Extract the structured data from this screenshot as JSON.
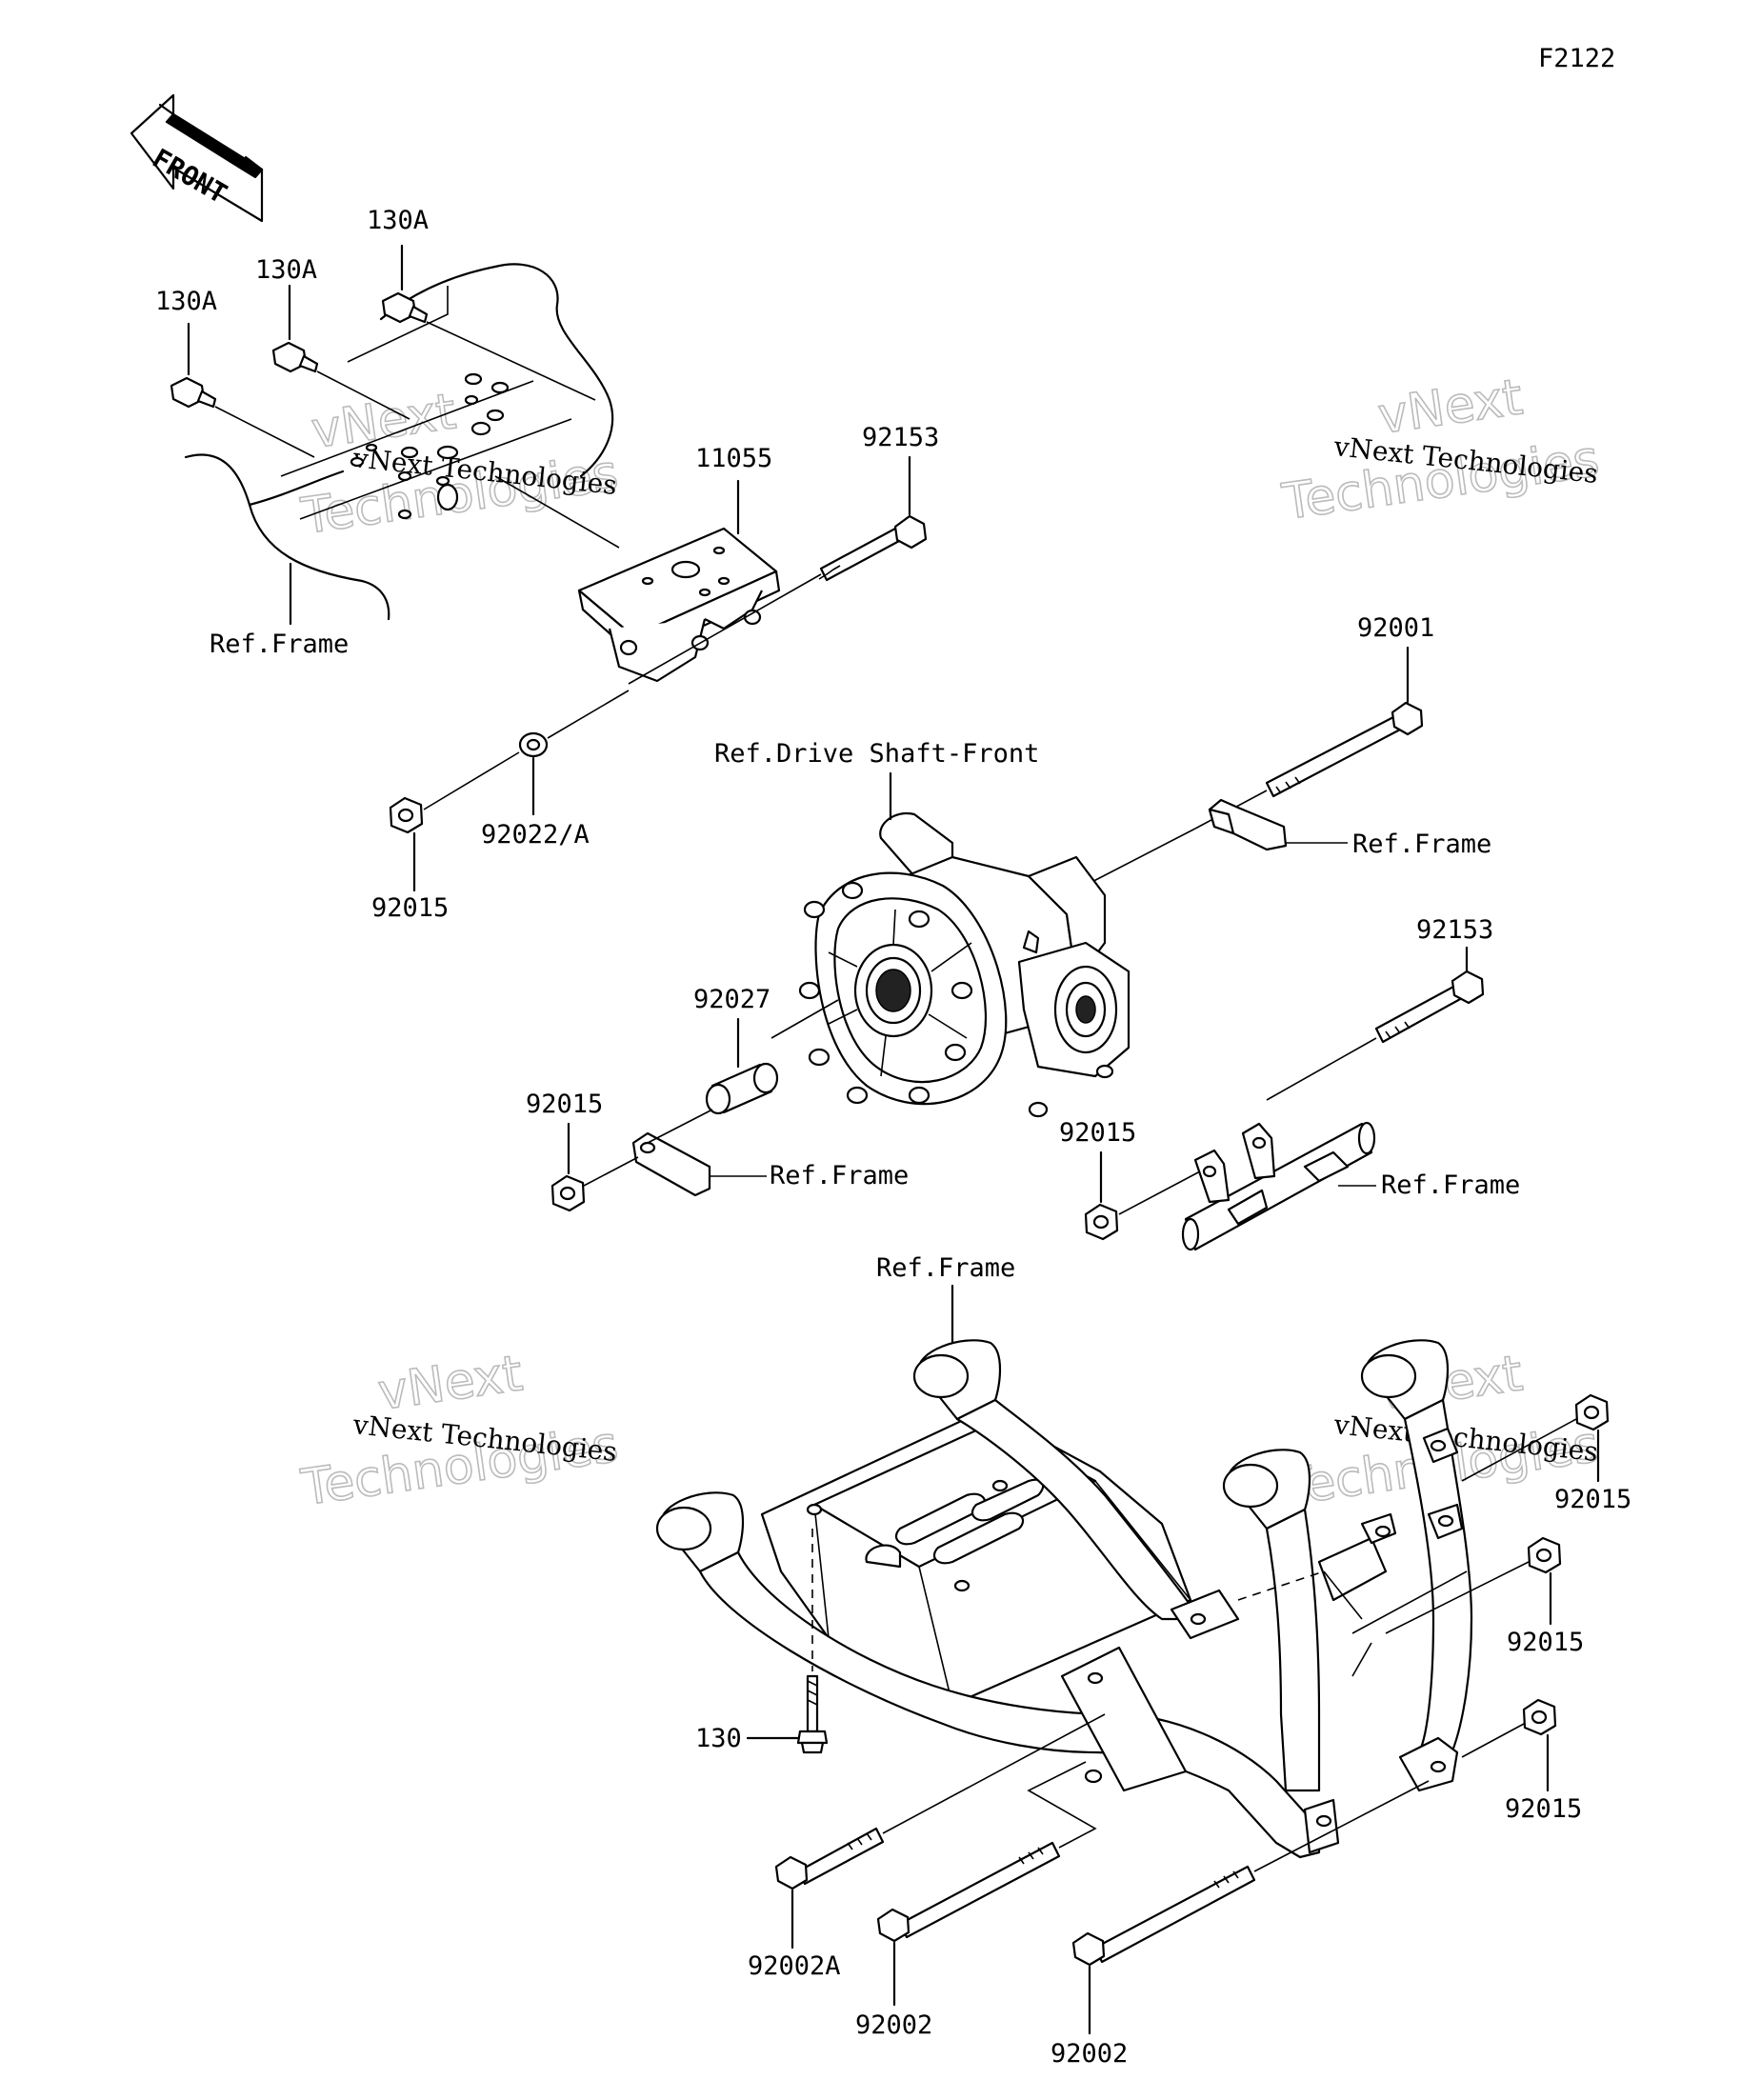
{
  "diagram_id": "F2122",
  "front_label": "FRONT",
  "watermark": {
    "line1": "vNext Technologies",
    "big_top": "vNext",
    "big_bottom": "Technologies"
  },
  "labels": {
    "bolt_130a_left": "130A",
    "bolt_130a_mid": "130A",
    "bolt_130a_top": "130A",
    "ref_frame_topleft": "Ref.Frame",
    "bracket_11055": "11055",
    "bolt_92153_top": "92153",
    "washer_92022a": "92022/A",
    "nut_92015_a": "92015",
    "bolt_92001": "92001",
    "ref_drive_shaft": "Ref.Drive Shaft-Front",
    "ref_frame_right1": "Ref.Frame",
    "bolt_92153_right": "92153",
    "collar_92027": "92027",
    "nut_92015_b": "92015",
    "ref_frame_mid": "Ref.Frame",
    "nut_92015_c": "92015",
    "ref_frame_right2": "Ref.Frame",
    "ref_frame_bottom": "Ref.Frame",
    "nut_92015_d": "92015",
    "nut_92015_e": "92015",
    "nut_92015_f": "92015",
    "bolt_130": "130",
    "bolt_92002a": "92002A",
    "bolt_92002_a": "92002",
    "bolt_92002_b": "92002"
  }
}
